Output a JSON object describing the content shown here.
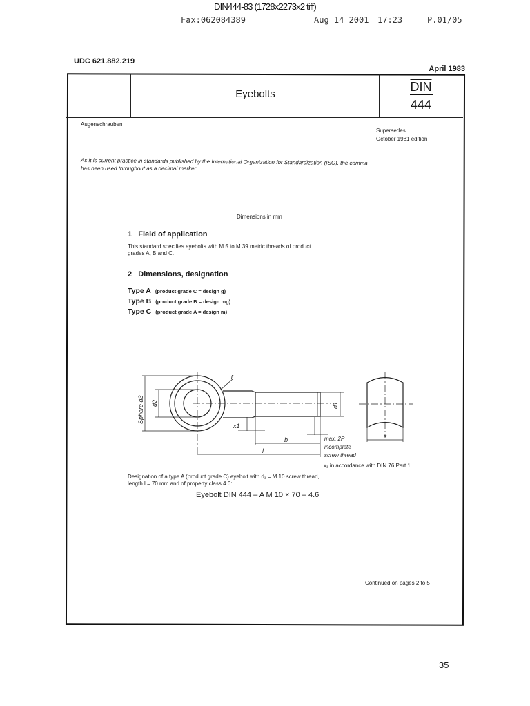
{
  "viewer": {
    "title": "DIN444-83 (1728x2273x2 tiff)"
  },
  "fax_header": {
    "fax": "Fax:062084389",
    "date": "Aug 14 2001",
    "time": "17:23",
    "page": "P.01/05"
  },
  "document": {
    "udc": "UDC 621.882.219",
    "date": "April 1983",
    "title": "Eyebolts",
    "standard_label": "DIN",
    "standard_number": "444",
    "german_title": "Augenschrauben",
    "supersedes_label": "Supersedes",
    "supersedes_edition": "October 1981 edition",
    "iso_note_line1": "As it is current practice in standards published by the International Organization for Standardization (ISO), the comma",
    "iso_note_line2": "has been used throughout as a decimal marker.",
    "dimensions_note": "Dimensions in mm",
    "section1": {
      "heading": "1   Field of application",
      "text_line1": "This standard specifies eyebolts with M 5 to M 39 metric threads of product",
      "text_line2": "grades A, B and C."
    },
    "section2": {
      "heading": "2   Dimensions, designation",
      "types": [
        {
          "label": "Type A",
          "desc": "(product grade C = design g)"
        },
        {
          "label": "Type B",
          "desc": "(product grade B = design mg)"
        },
        {
          "label": "Type C",
          "desc": "(product grade A = design m)"
        }
      ]
    },
    "drawing": {
      "labels": {
        "sphere": "Sphere d3",
        "d2": "d2",
        "d1": "d1",
        "r": "r",
        "x1": "x1",
        "b": "b",
        "l": "l",
        "s": "s",
        "max2p": "max. 2P",
        "incomplete": "incomplete",
        "screw_thread": "screw thread"
      },
      "note": "x₁ in accordance with DIN 76 Part 1"
    },
    "designation_line1": "Designation of a type A (product grade C) eyebolt with d₁ = M 10 screw thread,",
    "designation_line2": "length l = 70 mm and of property class 4.6:",
    "designation_example": "Eyebolt DIN 444 – A M 10 × 70 – 4.6",
    "continued": "Continued on pages 2 to 5",
    "page_number": "35"
  }
}
